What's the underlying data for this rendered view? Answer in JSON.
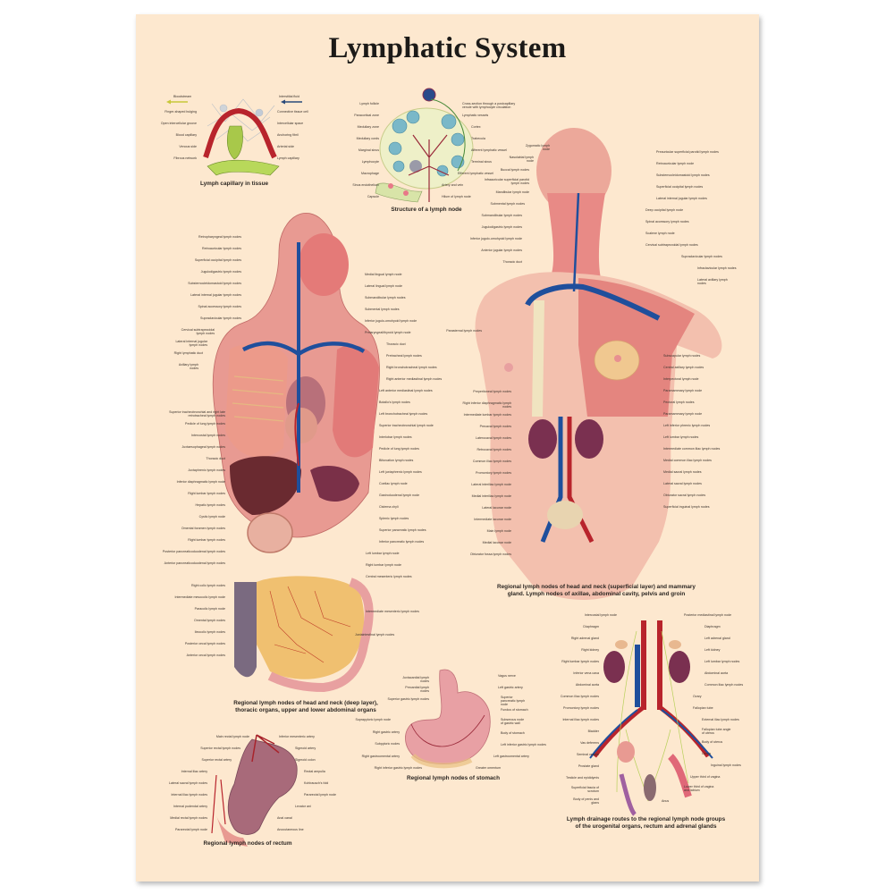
{
  "poster": {
    "title": "Lymphatic System",
    "background_color": "#fde8cf",
    "colors": {
      "muscle": "#e58a86",
      "vein": "#1f4f9c",
      "artery": "#b8242c",
      "lymph": "#b8d05a",
      "organ_liver": "#6b2a30",
      "kidney": "#7a3050",
      "text": "#2b2622"
    }
  },
  "panels": {
    "capillary": {
      "caption": "Lymph capillary in tissue",
      "legend_left": "Bloodstream",
      "legend_right": "Interstitial fluid",
      "labels_left": [
        "Finger-shaped bulging",
        "Open intercellular groove",
        "Blood capillary",
        "Venous side",
        "Fibrous network"
      ],
      "labels_right": [
        "Connective tissue cell",
        "Intercellular space",
        "Anchoring fibril",
        "Arterial side",
        "Lymph capillary"
      ]
    },
    "lymph_node": {
      "caption": "Structure of a lymph node",
      "labels_left": [
        "Lymph follicle",
        "Paracortical zone",
        "Medullary zone",
        "Medullary cords",
        "Marginal sinus",
        "Lymphocyte",
        "Macrophage",
        "Sinus endothelium",
        "Capsule"
      ],
      "labels_right": [
        "Cross-section through a postcapillary venule with lymphocyte circulation",
        "Lymphatic vessels",
        "Cortex",
        "Trabecula",
        "Afferent lymphatic vessel",
        "Terminal sinus",
        "Efferent lymphatic vessel",
        "Artery and vein",
        "Hilum of lymph node"
      ]
    },
    "deep_layer": {
      "caption_line1": "Regional lymph nodes of head and neck (deep layer),",
      "caption_line2": "thoracic organs, upper and lower abdominal organs",
      "labels_left": [
        "Retropharyngeal lymph nodes",
        "Retroauricular lymph nodes",
        "Superficial occipital lymph nodes",
        "Jugulodigastric lymph nodes",
        "Substernocleidomastoid lymph nodes",
        "Lateral internal jugular lymph nodes",
        "Spinal accessory lymph nodes",
        "Supraclavicular lymph nodes",
        "Cervical subtrapezoidal lymph nodes",
        "Lateral internal jugular lymph nodes",
        "Right lymphatic duct",
        "Axillary lymph nodes",
        "Superior tracheobronchial and right late retrotracheal lymph nodes",
        "Pedicle of lung lymph nodes",
        "Intercostal lymph nodes",
        "Juxtaesophageal lymph nodes",
        "Thoracic duct",
        "Juxtaphrenic lymph nodes",
        "Inferior diaphragmatic lymph node",
        "Right lumbar lymph nodes",
        "Hepatic lymph nodes",
        "Cystic lymph node",
        "Omental foramen lymph nodes",
        "Right lumbar lymph nodes",
        "Posterior pancreaticoduodenal lymph nodes",
        "Anterior pancreaticoduodenal lymph nodes",
        "Right colic lymph nodes",
        "Intermediate mesocolic lymph node",
        "Paracolic lymph node",
        "Omental lymph nodes",
        "Ileocolic lymph nodes",
        "Posterior cecal lymph nodes",
        "Anterior cecal lymph nodes"
      ],
      "labels_right": [
        "Medial lingual lymph node",
        "Lateral lingual lymph node",
        "Submandibular lymph nodes",
        "Submental lymph nodes",
        "Inferior jugulo-omohyoid lymph node",
        "Prelaryngeal/thyroid lymph node",
        "Thoracic duct",
        "Pretracheal lymph nodes",
        "Right bronchotracheal lymph nodes",
        "Right anterior mediastinal lymph nodes",
        "Left anterior mediastinal lymph nodes",
        "Botallo's lymph nodes",
        "Left bronchotracheal lymph nodes",
        "Superior tracheobronchial lymph node",
        "Interlobar lymph nodes",
        "Pedicle of lung lymph nodes",
        "Bifurcation lymph nodes",
        "Left juxtaphrenic lymph nodes",
        "Coeliac lymph node",
        "Gastroduodenal lymph node",
        "Cisterna chyli",
        "Splenic lymph nodes",
        "Superior pancreatic lymph nodes",
        "Inferior pancreatic lymph nodes",
        "Left lumbar lymph node",
        "Right lumbar lymph node",
        "Central mesenteric lymph nodes",
        "Intermediate mesenteric lymph nodes",
        "Juxtaintestinal lymph nodes"
      ]
    },
    "superficial_layer": {
      "caption_line1": "Regional lymph nodes of head and neck (superficial layer) and mammary",
      "caption_line2": "gland. Lymph nodes of axillae, abdominal cavity, pelvis and groin",
      "labels_left": [
        "Zygomatic lymph node",
        "Nasolabial lymph node",
        "Buccal lymph nodes",
        "Infraauricular superficial parotid lymph nodes",
        "Mandibular lymph node",
        "Submental lymph nodes",
        "Submandibular lymph nodes",
        "Jugulodigastric lymph nodes",
        "Inferior jugulo-omohyoid lymph node",
        "Anterior jugular lymph nodes",
        "Thoracic duct",
        "Parasternal lymph nodes",
        "Preperitoneal lymph nodes",
        "Right inferior diaphragmatic lymph nodes",
        "Intermediate lumbar lymph nodes",
        "Precaval lymph nodes",
        "Laterocaval lymph nodes",
        "Retrocaval lymph nodes",
        "Common iliac lymph nodes",
        "Promontory lymph nodes",
        "Lateral interiliac lymph node",
        "Medial interiliac lymph node",
        "Lateral lacunar node",
        "Intermediate lacunar node",
        "Main lymph node",
        "Medial lacunar node",
        "Obturator fossa lymph nodes"
      ],
      "labels_right": [
        "Preauricular superficial parotid lymph nodes",
        "Retroauricular lymph node",
        "Substernocleidomastoid lymph nodes",
        "Superficial occipital lymph nodes",
        "Lateral internal jugular lymph nodes",
        "Deep occipital lymph node",
        "Spinal accessory lymph nodes",
        "Scalene lymph node",
        "Cervical subtrapezoidal lymph nodes",
        "Supraclavicular lymph nodes",
        "Infraclavicular lymph nodes",
        "Lateral axillary lymph nodes",
        "Subscapular lymph nodes",
        "Central axillary lymph nodes",
        "Interpectoral lymph node",
        "Paramammary lymph node",
        "Pectoral lymph nodes",
        "Paramammary lymph node",
        "Left inferior phrenic lymph nodes",
        "Left lumbar lymph nodes",
        "Intermediate common iliac lymph nodes",
        "Medial common iliac lymph nodes",
        "Medial sacral lymph nodes",
        "Lateral sacral lymph nodes",
        "Obturator sacral lymph nodes",
        "Superficial inguinal lymph nodes"
      ]
    },
    "stomach": {
      "caption": "Regional lymph nodes of stomach",
      "labels_left": [
        "Juxtacardial lymph nodes",
        "Precardial lymph nodes",
        "Superior gastric lymph nodes",
        "Suprapyloric lymph node",
        "Right gastric artery",
        "Subpyloric nodes",
        "Right gastroomental artery",
        "Right inferior gastric lymph nodes"
      ],
      "labels_right": [
        "Vagus nerve",
        "Left gastric artery",
        "Superior pancreatic lymph node",
        "Fundus of stomach",
        "Subserous node of gastric wall",
        "Body of stomach",
        "Left inferior gastric lymph nodes",
        "Left gastroomental artery",
        "Greater omentum"
      ]
    },
    "rectum": {
      "caption": "Regional lymph nodes of rectum",
      "labels_left": [
        "Main rectal lymph node",
        "Superior rectal lymph nodes",
        "Superior rectal artery",
        "Internal iliac artery",
        "Lateral sacral lymph nodes",
        "Internal iliac lymph nodes",
        "Internal pudendal artery",
        "Medial rectal lymph nodes",
        "Pararectal lymph node"
      ],
      "labels_right": [
        "Inferior mesenteric artery",
        "Sigmoid artery",
        "Sigmoid colon",
        "Rectal ampulla",
        "Kohlrausch's fold",
        "Pararectal lymph node",
        "Levator ani",
        "Anal canal",
        "Anocutaneous line"
      ]
    },
    "urogenital": {
      "caption_line1": "Lymph drainage routes to the regional lymph node groups",
      "caption_line2": "of the urogenital organs, rectum and adrenal glands",
      "labels_left": [
        "Intercostal lymph node",
        "Diaphragm",
        "Right adrenal gland",
        "Right kidney",
        "Right lumbar lymph nodes",
        "Inferior vena cava",
        "Abdominal aorta",
        "Common iliac lymph nodes",
        "Promontory lymph nodes",
        "Internal iliac lymph nodes",
        "Bladder",
        "Vas deferens",
        "Seminal vesicle",
        "Prostate gland",
        "Testicle and epididymis",
        "Superficial fascia of scrotum",
        "Body of penis and glans"
      ],
      "labels_right": [
        "Posterior mediastinal lymph node",
        "Diaphragm",
        "Left adrenal gland",
        "Left kidney",
        "Left lumbar lymph nodes",
        "Abdominal aorta",
        "Common iliac lymph nodes",
        "Ovary",
        "Fallopian tube",
        "External iliac lymph nodes",
        "Fallopian tube angle of uterus",
        "Body of uterus",
        "Cervix",
        "Inguinal lymph nodes",
        "Upper third of vagina",
        "Lower third of vagina and labium",
        "Anus"
      ]
    }
  }
}
